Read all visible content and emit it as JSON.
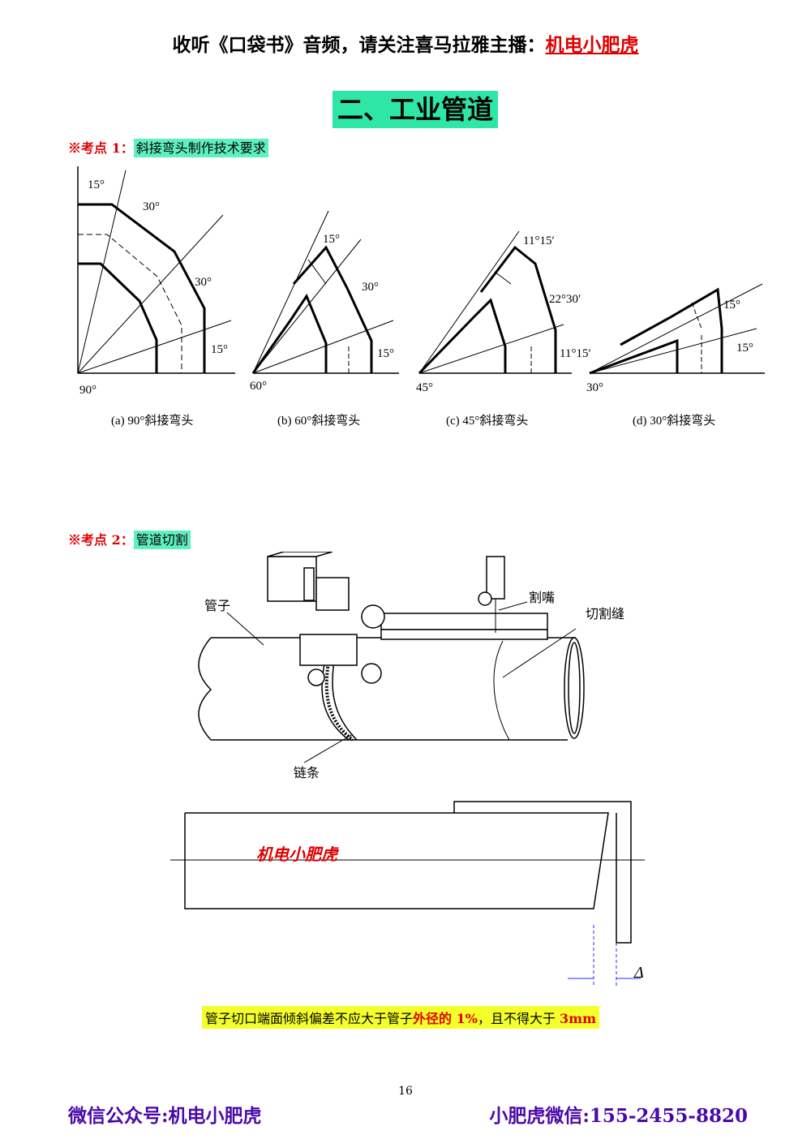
{
  "header": {
    "prefix": "收听《口袋书》音频，请关注喜马拉雅主播：",
    "brand": "机电小肥虎"
  },
  "title": "二、工业管道",
  "point1": {
    "marker": "※考点 1：",
    "text": "斜接弯头制作技术要求"
  },
  "point2": {
    "marker": "※考点 2：",
    "text": "管道切割"
  },
  "figure1": {
    "a": {
      "caption": "(a) 90°斜接弯头",
      "origin": "90°",
      "angles": [
        "15°",
        "30°",
        "30°",
        "15°"
      ]
    },
    "b": {
      "caption": "(b) 60°斜接弯头",
      "origin": "60°",
      "angles": [
        "15°",
        "30°",
        "15°"
      ]
    },
    "c": {
      "caption": "(c) 45°斜接弯头",
      "origin": "45°",
      "angles": [
        "11°15′",
        "22°30′",
        "11°15′"
      ]
    },
    "d": {
      "caption": "(d) 30°斜接弯头",
      "origin": "30°",
      "angles": [
        "15°",
        "15°"
      ]
    }
  },
  "figure2": {
    "pipe": "管子",
    "torch": "割嘴",
    "kerf": "切割缝",
    "chain": "链条"
  },
  "figure3": {
    "watermark": "机电小肥虎",
    "delta": "Δ"
  },
  "note": {
    "part1": "管子切口端面倾斜偏差不应大于管子",
    "part2": "外径的 1%",
    "part3": "，且不得大于 ",
    "part4": "3mm"
  },
  "page_number": "16",
  "footer": {
    "left": "微信公众号:机电小肥虎",
    "right": "小肥虎微信:155-2455-8820"
  }
}
